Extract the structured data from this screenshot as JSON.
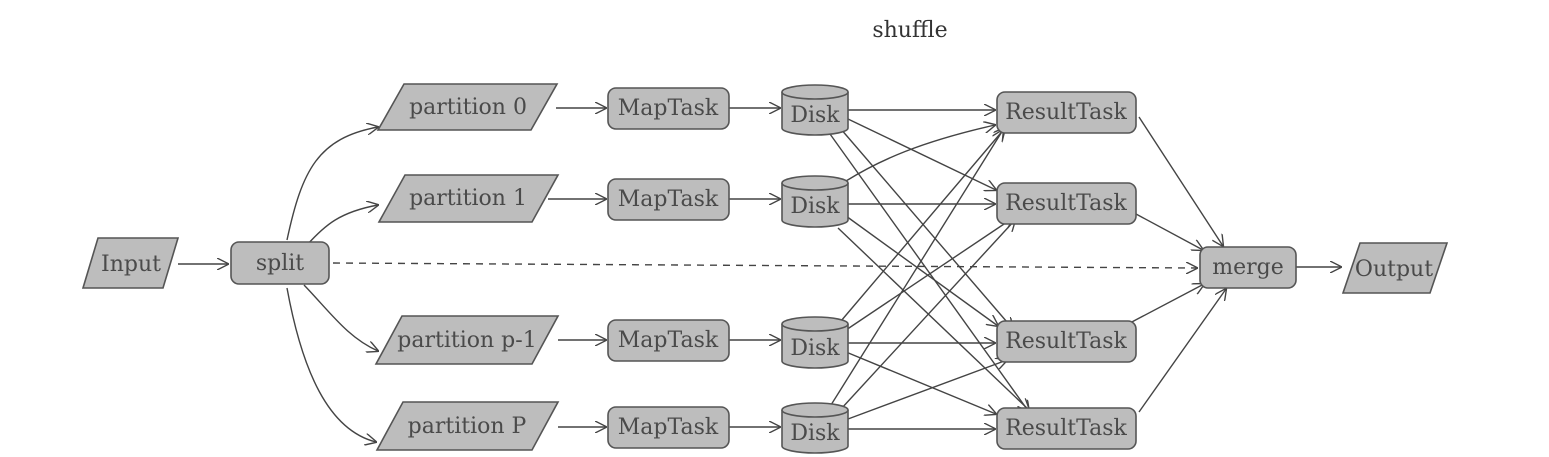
{
  "title": "shuffle",
  "input": "Input",
  "split": "split",
  "partitions": [
    "partition 0",
    "partition 1",
    "partition p-1",
    "partition P"
  ],
  "maptask": "MapTask",
  "disk": "Disk",
  "resulttask": "ResultTask",
  "merge": "merge",
  "output": "Output"
}
